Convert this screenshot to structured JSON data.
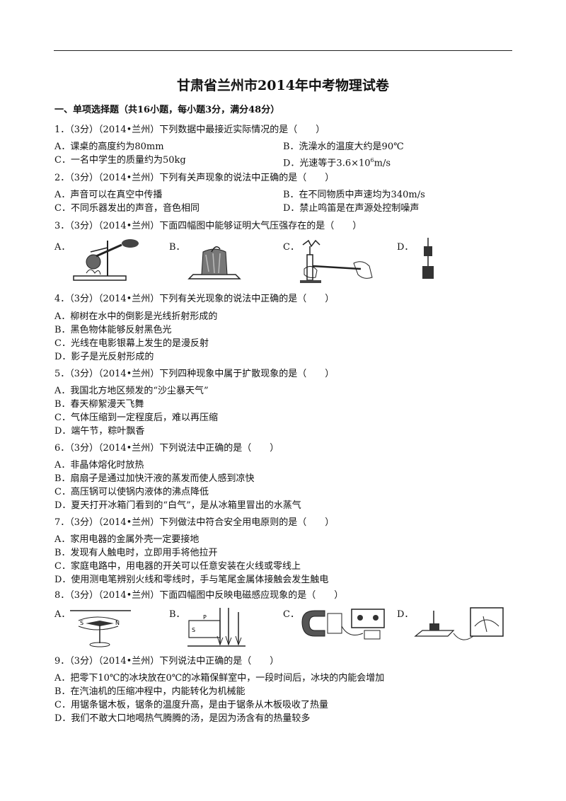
{
  "title": "甘肃省兰州市2014年中考物理试卷",
  "section1": "一、单项选择题（共16小题，每小题3分，满分48分）",
  "q1": {
    "stem": "1．（3分）（2014•兰州）下列数据中最接近实际情况的是（　　）",
    "a": "A．课桌的高度约为80mm",
    "b": "B．洗澡水的温度大约是90℃",
    "c": "C．一名中学生的质量约为50kg",
    "d_pre": "D．光速等于3.6×10",
    "d_sup": "6",
    "d_post": "m/s"
  },
  "q2": {
    "stem": "2．（3分）（2014•兰州）下列有关声现象的说法中正确的是（　　）",
    "a": "A．声音可以在真空中传播",
    "b": "B．在不同物质中声速均为340m/s",
    "c": "C．不同乐器发出的声音，音色相同",
    "d": "D．禁止鸣笛是在声源处控制噪声"
  },
  "q3": {
    "stem": "3．（3分）（2014•兰州）下面四幅图中能够证明大气压强存在的是（　　）",
    "labels": [
      "A．",
      "B．",
      "C．",
      "D．"
    ]
  },
  "q4": {
    "stem": "4．（3分）（2014•兰州）下列有关光现象的说法中正确的是（　　）",
    "options": [
      "A．柳树在水中的倒影是光线折射形成的",
      "B．黑色物体能够反射黑色光",
      "C．光线在电影银幕上发生的是漫反射",
      "D．影子是光反射形成的"
    ]
  },
  "q5": {
    "stem": "5．（3分）（2014•兰州）下列四种现象中属于扩散现象的是（　　）",
    "options": [
      "A．我国北方地区频发的“沙尘暴天气”",
      "B．春天柳絮漫天飞舞",
      "C．气体压缩到一定程度后，难以再压缩",
      "D．端午节，粽叶飘香"
    ]
  },
  "q6": {
    "stem": "6．（3分）（2014•兰州）下列说法中正确的是（　　）",
    "options": [
      "A．非晶体熔化时放热",
      "B．扇扇子是通过加快汗液的蒸发而使人感到凉快",
      "C．高压锅可以使锅内液体的沸点降低",
      "D．夏天打开冰箱门看到的“白气”，是从冰箱里冒出的水蒸气"
    ]
  },
  "q7": {
    "stem": "7．（3分）（2014•兰州）下列做法中符合安全用电原则的是（　　）",
    "options": [
      "A．家用电器的金属外壳一定要接地",
      "B．发现有人触电时，立即用手将他拉开",
      "C．家庭电路中，用电器的开关可以任意安装在火线或零线上",
      "D．使用测电笔辨别火线和零线时，手与笔尾金属体接触会发生触电"
    ]
  },
  "q8": {
    "stem": "8．（3分）（2014•兰州）下面四幅图中反映电磁感应现象的是（　　）",
    "labels": [
      "A．",
      "B．",
      "C．",
      "D．"
    ],
    "fig_b_letters": [
      "P",
      "S"
    ]
  },
  "q9": {
    "stem": "9．（3分）（2014•兰州）下列说法中正确的是（　　）",
    "options": [
      "A．把零下10℃的冰块放在0℃的冰箱保鲜室中，一段时间后，冰块的内能会增加",
      "B．在汽油机的压缩冲程中，内能转化为机械能",
      "C．用锯条锯木板，锯条的温度升高，是由于锯条从木板吸收了热量",
      "D．我们不敢大口地喝热气腾腾的汤，是因为汤含有的热量较多"
    ]
  }
}
